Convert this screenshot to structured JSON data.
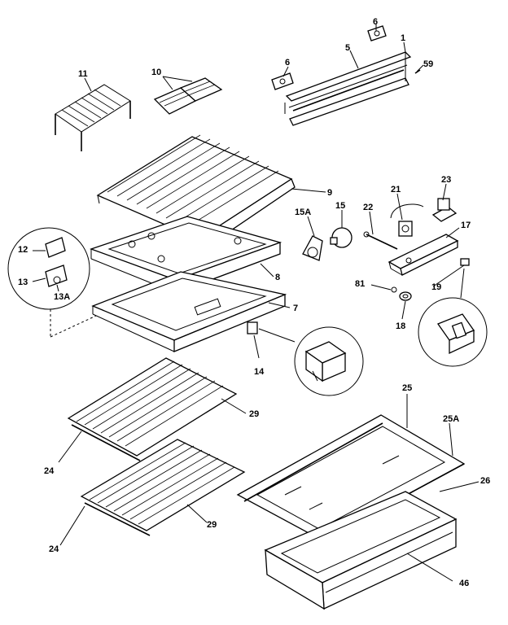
{
  "callouts": {
    "c1": "1",
    "c5": "5",
    "c6a": "6",
    "c6b": "6",
    "c59": "59",
    "c11": "11",
    "c10": "10",
    "c9": "9",
    "c8": "8",
    "c7": "7",
    "c12": "12",
    "c13": "13",
    "c13a": "13A",
    "c15a": "15A",
    "c15": "15",
    "c22": "22",
    "c21": "21",
    "c23": "23",
    "c17": "17",
    "c81": "81",
    "c19": "19",
    "c18": "18",
    "c14": "14",
    "c29a": "29",
    "c29b": "29",
    "c24a": "24",
    "c24b": "24",
    "c25": "25",
    "c25a": "25A",
    "c26": "26",
    "c46": "46"
  }
}
